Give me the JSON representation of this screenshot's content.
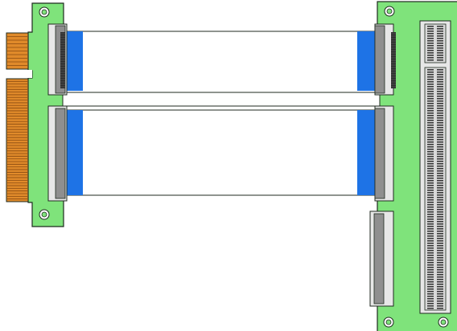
{
  "colors": {
    "pcb_green": "#7fe37b",
    "pcb_outline": "#1f2a1f",
    "gold_finger": "#e08a2a",
    "gold_line": "#8a4a10",
    "cable_white": "#ffffff",
    "cable_stiffener_blue": "#1e73e6",
    "connector_gray": "#8f8f8f",
    "connector_dark": "#2d2d2d",
    "slot_light": "#e7e7e7"
  },
  "components": {
    "left_card": {
      "name": "edge-connector-card",
      "gold_fingers": {
        "upper_count": 10,
        "lower_count": 46
      },
      "mounting_holes": 2,
      "ffc_connectors": 2
    },
    "ribbon_cables": {
      "count": 2
    },
    "right_board": {
      "name": "backplane-board",
      "ffc_connectors": 3,
      "mounting_holes": 3,
      "long_slot": {
        "pin_rows": 2
      }
    }
  }
}
